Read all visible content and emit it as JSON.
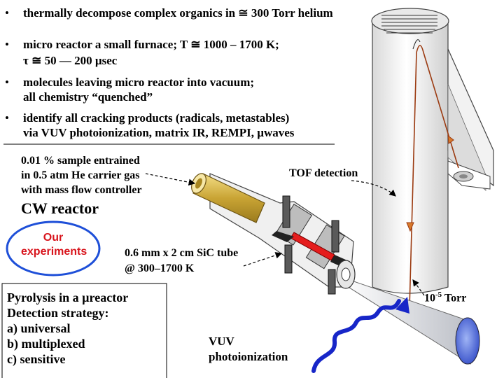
{
  "bullets": [
    {
      "lines": [
        "thermally decompose complex organics in ≅ 300 Torr helium"
      ]
    },
    {
      "lines": [
        "micro reactor a small furnace; T ≅ 1000 – 1700 K;",
        "τ ≅ 50 — 200 µsec"
      ]
    },
    {
      "lines": [
        "molecules leaving micro reactor into vacuum;",
        "all chemistry “quenched”"
      ]
    },
    {
      "lines": [
        "identify all cracking products (radicals, metastables)",
        "via VUV photoionization, matrix IR, REMPI, µwaves"
      ]
    }
  ],
  "sample_text": [
    "0.01 % sample entrained",
    "in 0.5 atm He carrier gas",
    "with mass flow controller"
  ],
  "cw_reactor": "CW reactor",
  "our_experiments": [
    "Our",
    "experiments"
  ],
  "sic_tube": [
    "0.6 mm x 2 cm SiC tube",
    "@ 300–1700 K"
  ],
  "tof_detection": "TOF detection",
  "pressure": {
    "base": "10",
    "exp": "-5",
    "unit": " Torr"
  },
  "vuv": [
    "VUV",
    "photoionization"
  ],
  "strategy": [
    "Pyrolysis in a µreactor",
    "Detection strategy:",
    "a) universal",
    "b) multiplexed",
    "c) sensitive"
  ],
  "colors": {
    "oval": "#1e4fd8",
    "oval_text": "#d8141c",
    "wave": "#1726c8",
    "sic": "#e51c1c",
    "brass": "#d9b94a",
    "flight_path": "#9b3a10"
  }
}
